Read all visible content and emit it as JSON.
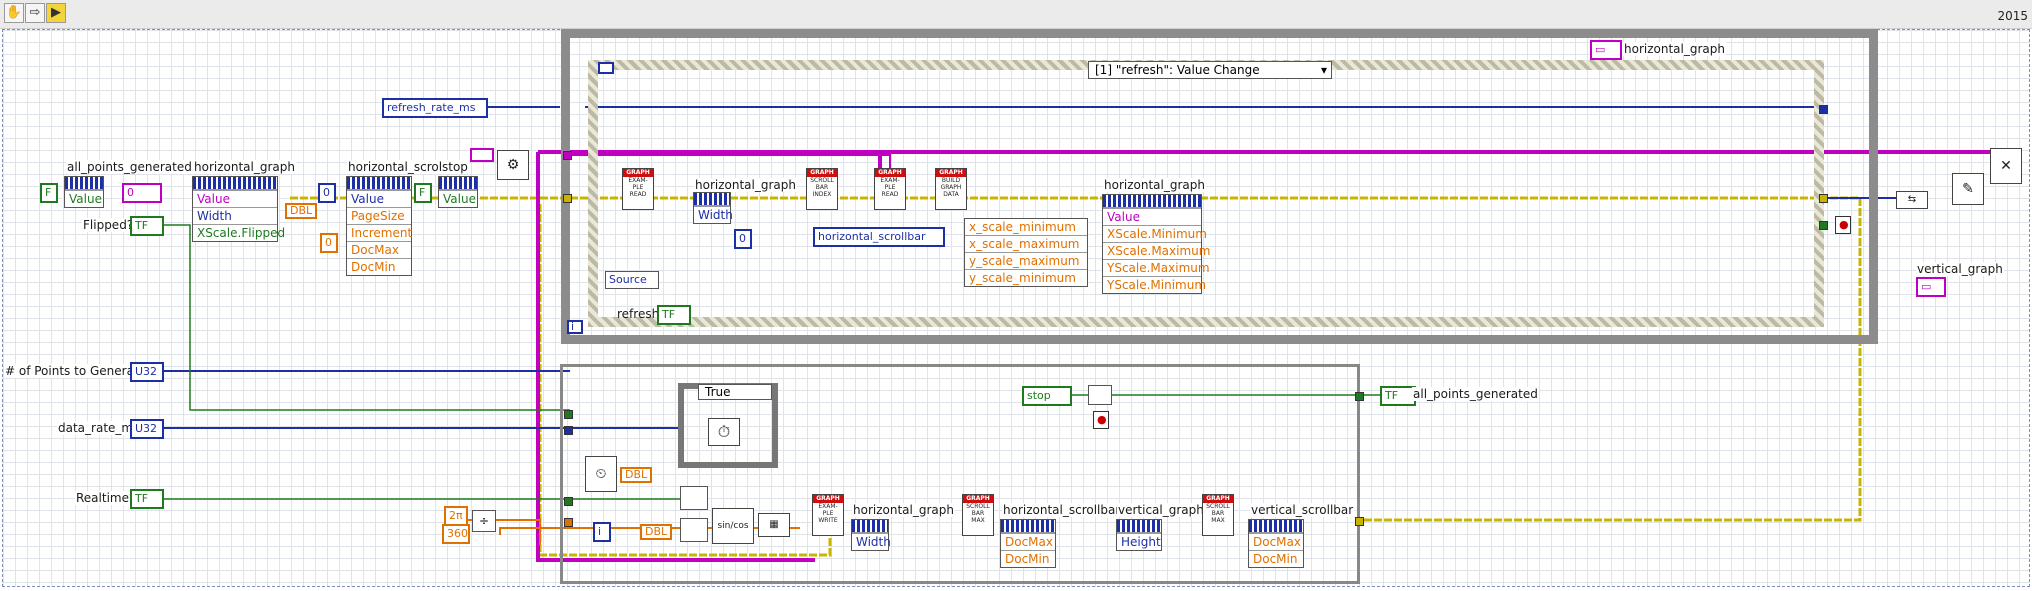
{
  "app": {
    "version": "2015"
  },
  "toolbar": {
    "icons": [
      "hand-icon",
      "arrow-icon",
      "run-icon"
    ]
  },
  "controls": {
    "all_points_generated": "all_points_generated",
    "horizontal_graph": "horizontal_graph",
    "horizontal_scrollbar": "horizontal_scrollbar",
    "stop": "stop",
    "refresh_rate_ms": "refresh_rate_ms",
    "flipped": "Flipped?",
    "num_points": "# of Points to Generate",
    "data_rate": "data_rate_ms",
    "realtime": "Realtime?",
    "vertical_graph": "vertical_graph",
    "vertical_scrollbar": "vertical_scrollbar",
    "source": "Source",
    "refresh": "refresh"
  },
  "terminal_types": {
    "bool": "TF",
    "u32": "U32",
    "dbl": "DBL"
  },
  "property_nodes": {
    "apg_value": "Value",
    "hg_props": [
      "Value",
      "Width",
      "XScale.Flipped"
    ],
    "hs_props": [
      "Value",
      "PageSize",
      "Increment",
      "DocMax",
      "DocMin"
    ],
    "stop_value": "Value",
    "hg_width_inner": "Width",
    "scale_out": [
      "Value",
      "XScale.Minimum",
      "XScale.Maximum",
      "YScale.Maximum",
      "YScale.Minimum"
    ],
    "scale_in": [
      "x_scale_minimum",
      "x_scale_maximum",
      "y_scale_maximum",
      "y_scale_minimum"
    ],
    "hg_width_bottom": "Width",
    "hs_bottom": [
      "DocMax",
      "DocMin"
    ],
    "vg_height": "Height",
    "vs_bottom": [
      "DocMax",
      "DocMin"
    ]
  },
  "event_case": {
    "selector": "[1] \"refresh\": Value Change",
    "iteration": "i"
  },
  "case_structure": {
    "selector": "True"
  },
  "constants": {
    "zero_a": "0",
    "zero_b": "0",
    "zero_c": "0",
    "zero_d": "0",
    "two_pi": "2π",
    "deg": "360",
    "i": "i"
  },
  "subvis": {
    "example_file_read": [
      "GRAPH",
      "EXAM-",
      "PLE",
      "READ"
    ],
    "scroll_bar_index": [
      "GRAPH",
      "SCROLL",
      "BAR",
      "INDEX"
    ],
    "build_graph_data": [
      "GRAPH",
      "BUILD",
      "GRAPH",
      "DATA"
    ],
    "example_file_write": [
      "GRAPH",
      "EXAM-",
      "PLE",
      "WRITE"
    ],
    "scroll_bar_max": [
      "GRAPH",
      "SCROLL",
      "BAR",
      "MAX"
    ]
  },
  "colors": {
    "bool": "#1f7a1f",
    "u32": "#1d2fa5",
    "dbl": "#e07000",
    "cluster": "#c000c0",
    "error": "#c9b400",
    "frame": "#8c8c8c"
  }
}
